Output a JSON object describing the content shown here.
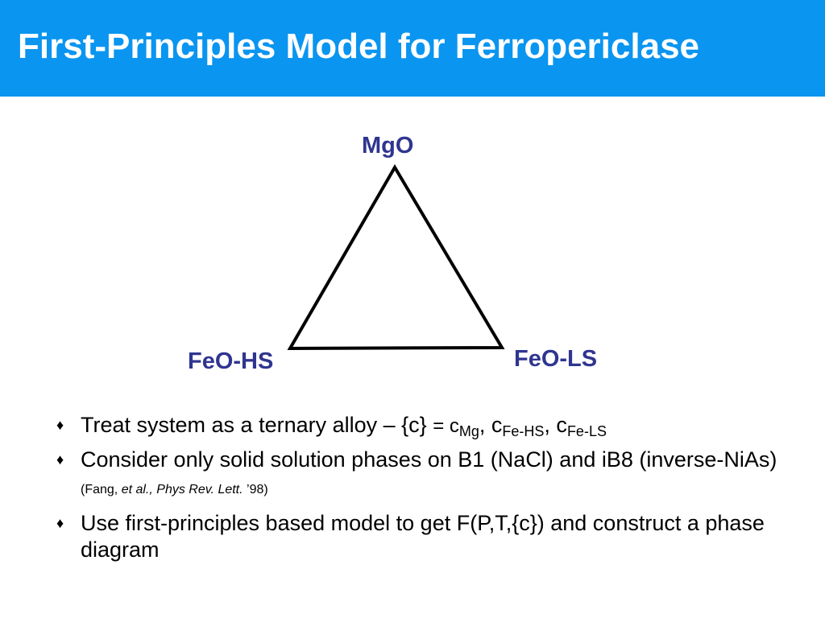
{
  "slide": {
    "title": "First-Principles Model for Ferropericlase"
  },
  "diagram": {
    "vertices": {
      "top": "MgO",
      "bottom_left": "FeO-HS",
      "bottom_right": "FeO-LS"
    },
    "colors": {
      "label": "#2f3590",
      "line": "#000000"
    }
  },
  "bullets": {
    "marker": "♦",
    "b1": {
      "text": "Treat system as a ternary alloy – {c} ",
      "eq": "= c",
      "sub1": "Mg",
      "sep1": ", c",
      "sub2": "Fe-HS",
      "sep2": ", c",
      "sub3": "Fe-LS"
    },
    "b2": {
      "text": "Consider only solid solution phases on B1 (NaCl) and iB8 (inverse-NiAs) ",
      "cite_open": "(Fang, ",
      "cite_italic": "et al., Phys Rev. Lett.",
      "cite_close": " ’98)"
    },
    "b3": {
      "text": "Use first-principles based model to get F(P,T,{c}) and construct a phase diagram"
    }
  },
  "colors": {
    "title_bar": "#0a95f0",
    "title_text": "#ffffff"
  }
}
